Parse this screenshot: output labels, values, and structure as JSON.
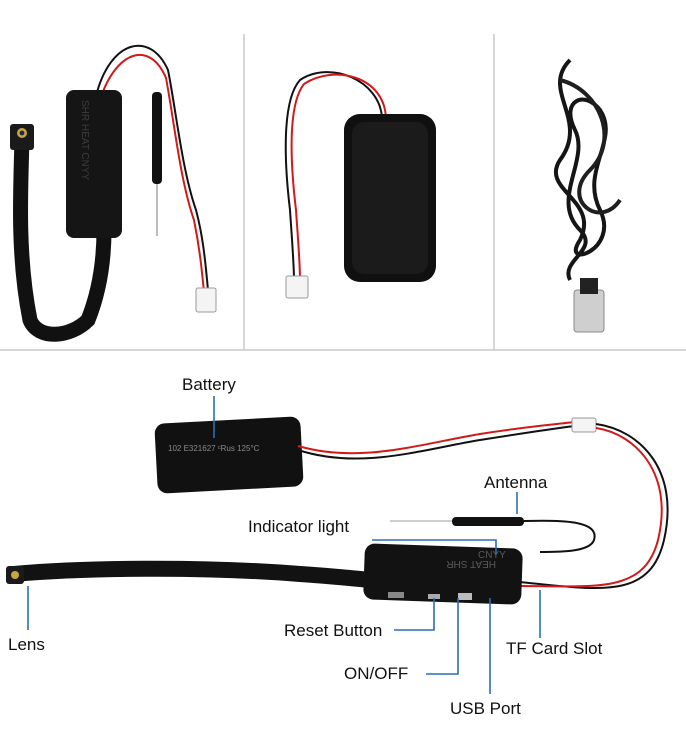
{
  "callouts": {
    "battery": "Battery",
    "antenna": "Antenna",
    "indicator_light": "Indicator light",
    "lens": "Lens",
    "reset_button": "Reset Button",
    "tf_card_slot": "TF Card Slot",
    "on_off": "ON/OFF",
    "usb_port": "USB Port"
  },
  "printed_markings": {
    "board_top": "HEAT SHR",
    "board_side": "CNYY",
    "battery_label": "102  E321627  ᶜRus  125°C"
  },
  "colors": {
    "leader_line": "#2b6fb5",
    "wire_red": "#d01818",
    "wire_black": "#111111",
    "module_body": "#141414",
    "background": "#ffffff"
  }
}
